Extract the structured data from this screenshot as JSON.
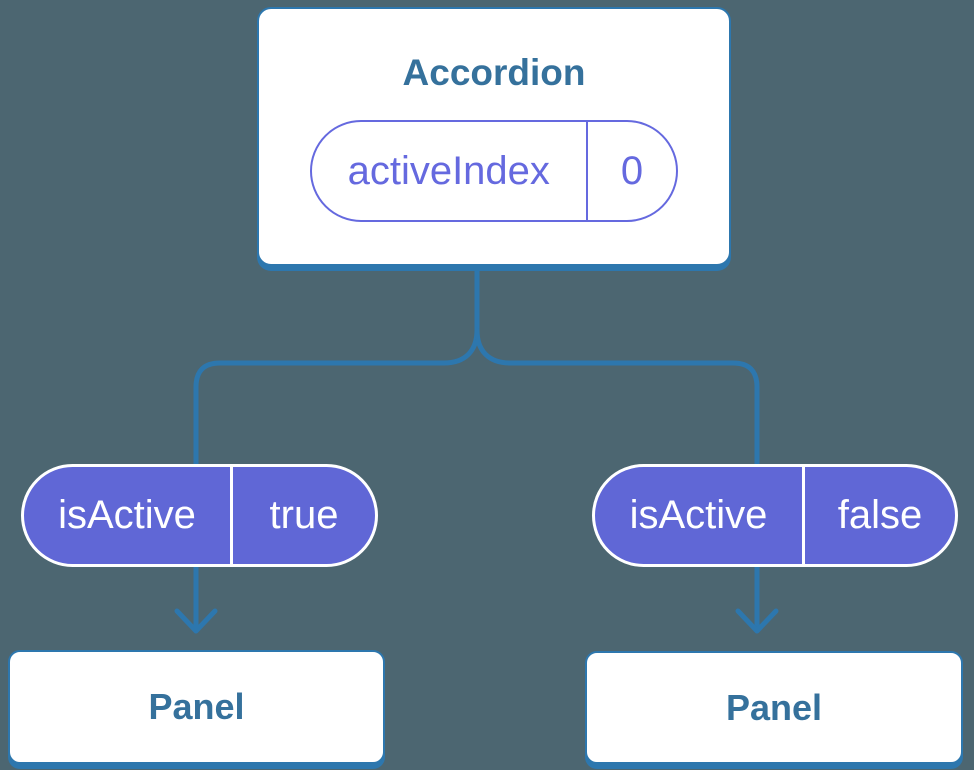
{
  "diagram": {
    "description": "React component tree showing an Accordion component passing state down to two Panels",
    "colors": {
      "background": "#4C6671",
      "connector_blue": "#2D77AE",
      "box_border_blue": "#2D77AE",
      "purple_pill_fill": "#6067D6",
      "purple_pill_outline": "#6569DF",
      "heading_text_blue": "#35719C",
      "pill_text_white": "#FFFFFF"
    },
    "root": {
      "title": "Accordion",
      "state": {
        "label": "activeIndex",
        "value": "0"
      }
    },
    "children": [
      {
        "prop": {
          "label": "isActive",
          "value": "true"
        },
        "node": "Panel"
      },
      {
        "prop": {
          "label": "isActive",
          "value": "false"
        },
        "node": "Panel"
      }
    ]
  }
}
